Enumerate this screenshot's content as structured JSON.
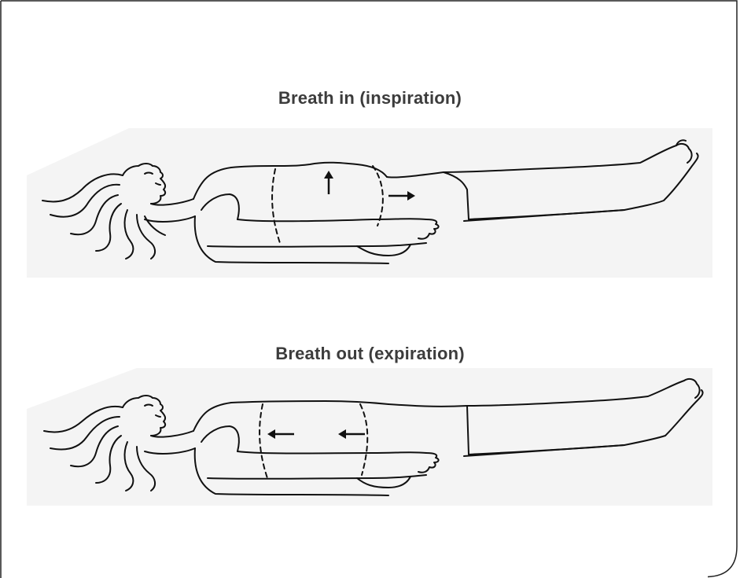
{
  "figures": [
    {
      "caption": "Breath in (inspiration)",
      "phase": "inspiration",
      "arrows": [
        "up-arrow",
        "right-arrow"
      ]
    },
    {
      "caption": "Breath out (expiration)",
      "phase": "expiration",
      "arrows": [
        "left-arrow",
        "left-arrow"
      ]
    }
  ],
  "colors": {
    "text": "#3c3c3c",
    "panel_background": "#f4f4f4",
    "line": "#111111",
    "frame": "#222222"
  }
}
